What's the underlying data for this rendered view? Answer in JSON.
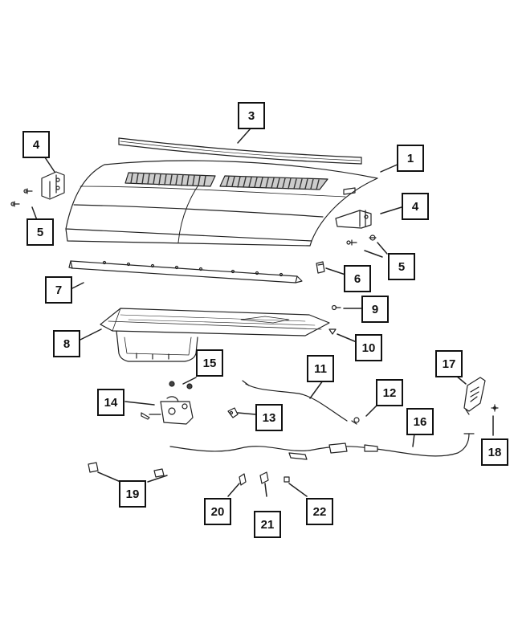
{
  "diagram": {
    "callouts": {
      "c1": "1",
      "c3": "3",
      "c4a": "4",
      "c4b": "4",
      "c5a": "5",
      "c5b": "5",
      "c6": "6",
      "c7": "7",
      "c8": "8",
      "c9": "9",
      "c10": "10",
      "c11": "11",
      "c12": "12",
      "c13": "13",
      "c14": "14",
      "c15": "15",
      "c16": "16",
      "c17": "17",
      "c18": "18",
      "c19": "19",
      "c20": "20",
      "c21": "21",
      "c22": "22"
    }
  }
}
